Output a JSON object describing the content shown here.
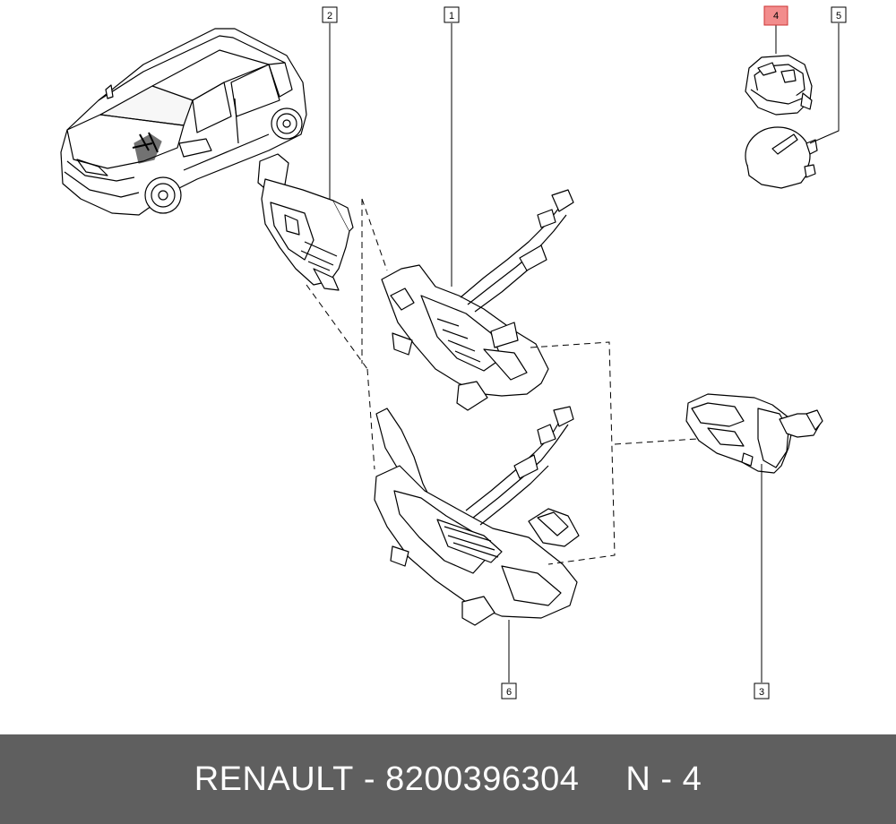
{
  "callouts": [
    {
      "id": "1",
      "label": "1",
      "highlighted": false
    },
    {
      "id": "2",
      "label": "2",
      "highlighted": false
    },
    {
      "id": "3",
      "label": "3",
      "highlighted": false
    },
    {
      "id": "4",
      "label": "4",
      "highlighted": true
    },
    {
      "id": "5",
      "label": "5",
      "highlighted": false
    },
    {
      "id": "6",
      "label": "6",
      "highlighted": false
    }
  ],
  "colors": {
    "highlight_fill": "#f28c8c",
    "highlight_stroke": "#cc3333",
    "line": "#000000",
    "footer_bg": "#5f5f5f",
    "footer_text": "#ffffff"
  },
  "footer": {
    "brand": "RENAULT",
    "separator": "-",
    "part_number": "8200396304",
    "position_code": "N - 4"
  }
}
